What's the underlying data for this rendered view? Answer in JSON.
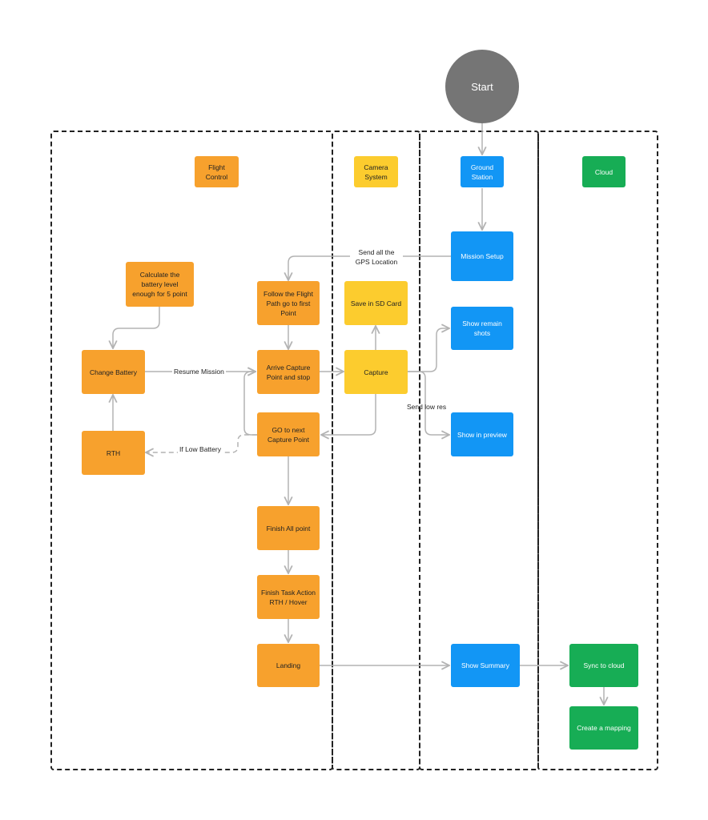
{
  "start": {
    "label": "Start"
  },
  "lanes": {
    "flight_control": "Flight Control",
    "camera_system": "Camera System",
    "ground_station": "Ground Station",
    "cloud": "Cloud"
  },
  "nodes": {
    "calc_battery": "Calculate the battery level enough for 5 point",
    "change_battery": "Change Battery",
    "rth": "RTH",
    "follow_path": "Follow the Flight Path go to first Point",
    "arrive_capture": "Arrive Capture Point and stop",
    "go_next": "GO to next Capture Point",
    "finish_all": "Finish All point",
    "finish_task": "Finish Task Action RTH / Hover",
    "landing": "Landing",
    "save_sd": "Save in SD Card",
    "capture": "Capture",
    "mission_setup": "Mission Setup",
    "show_remain": "Show remain shots",
    "show_preview": "Show in preview",
    "show_summary": "Show Summary",
    "sync_cloud": "Sync to cloud",
    "create_mapping": "Create a mapping"
  },
  "edge_labels": {
    "send_gps": "Send all the GPS Location",
    "resume_mission": "Resume Mission",
    "if_low_battery": "If Low Battery",
    "send_low_res": "Send low res"
  },
  "colors": {
    "flight_control": "#f7a12d",
    "camera_system": "#fccc2e",
    "ground_station": "#1296f5",
    "cloud": "#17ad55",
    "start": "#757575",
    "connector": "#b3b3b3",
    "lane_border": "#222222"
  }
}
